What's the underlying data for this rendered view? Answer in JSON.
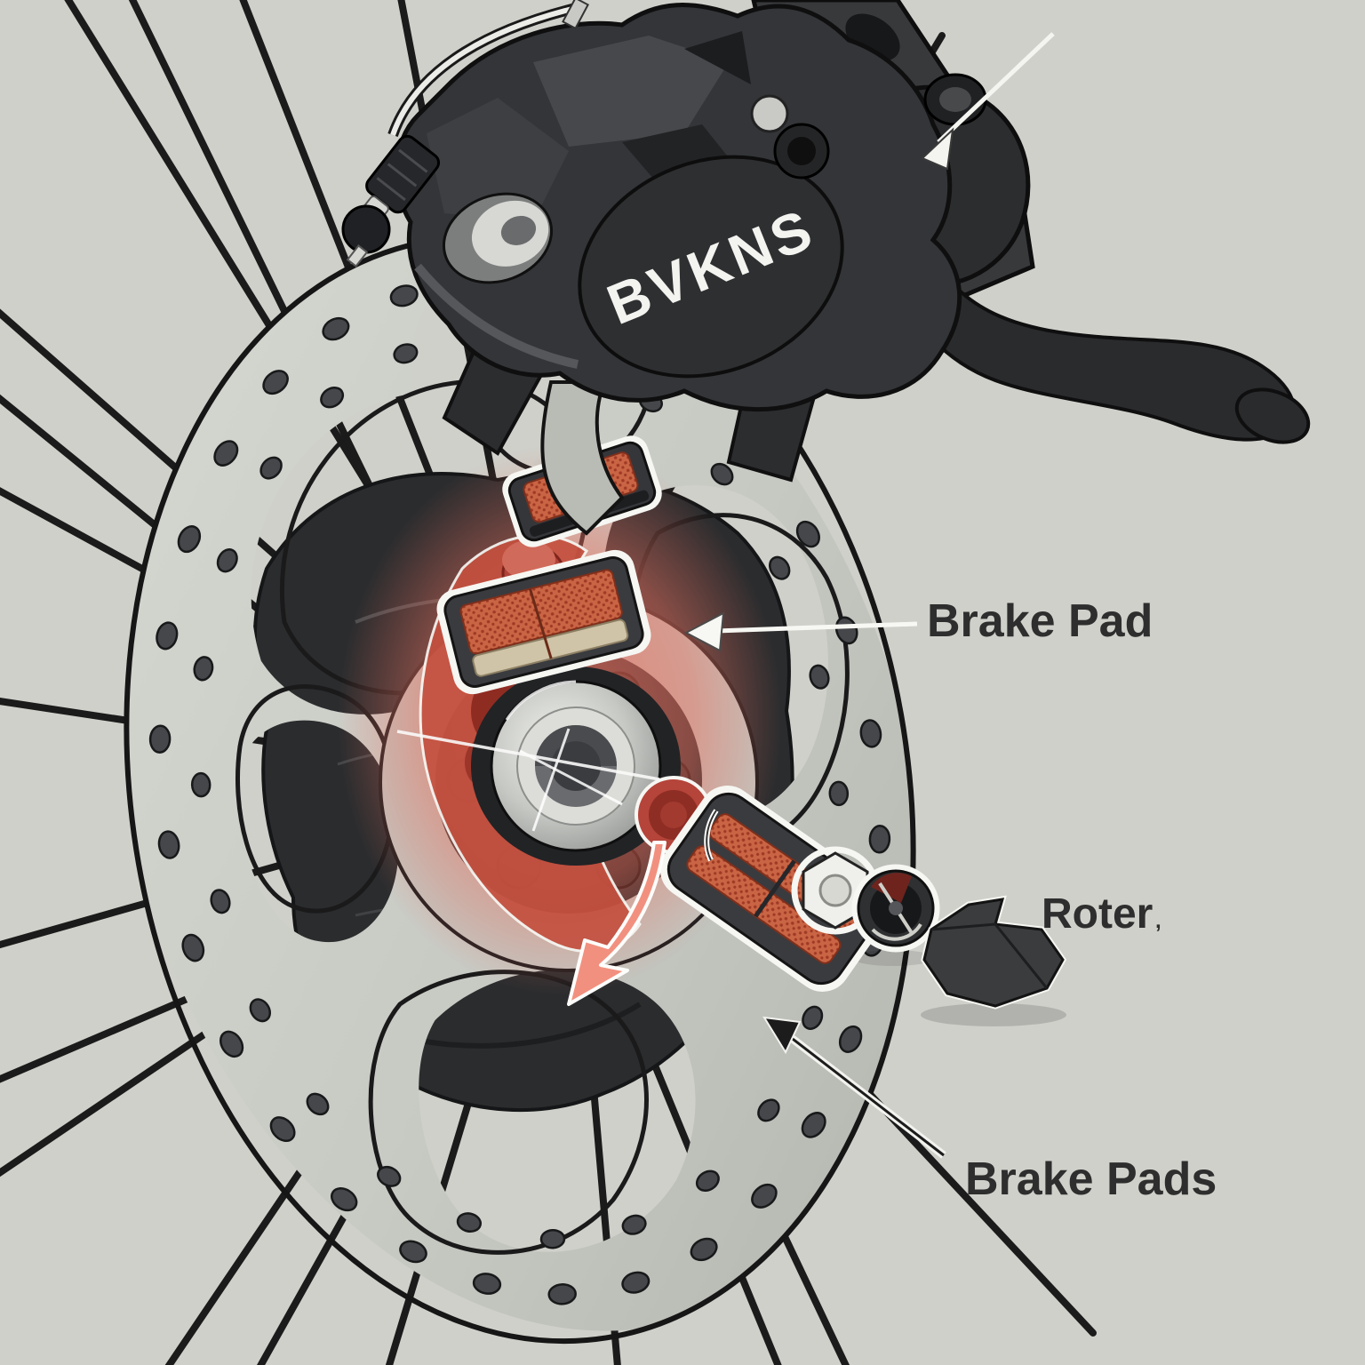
{
  "diagram": {
    "brand": "BVKNS",
    "labels": {
      "brake_pad": "Brake Pad",
      "roter": "Roter",
      "roter_mark": ",",
      "brake_pads": "Brake Pads"
    },
    "icons": {
      "lever_pointer": "arrow-down-left-icon",
      "brake_pad_pointer": "arrow-left-icon",
      "brake_pads_pointer": "arrow-up-left-icon",
      "rotation_indicator": "curved-arrow-down-icon"
    },
    "colors": {
      "background": "#cfd0ca",
      "rotor_light": "#d4d6d0",
      "rotor_dark": "#b8bab4",
      "outline": "#161616",
      "hub_dark": "#2b2c2e",
      "caliper_dark": "#333538",
      "pad_orange": "#c96544",
      "pad_dot": "#a03a25",
      "pad_backing_tan": "#cfc3a8",
      "highlight_red": "#c4503f",
      "glow_red": "#e9705f",
      "metal_silver": "#d7d8d4",
      "arrow_white": "#f4f4f0",
      "label_text": "#2d2e2d"
    }
  }
}
